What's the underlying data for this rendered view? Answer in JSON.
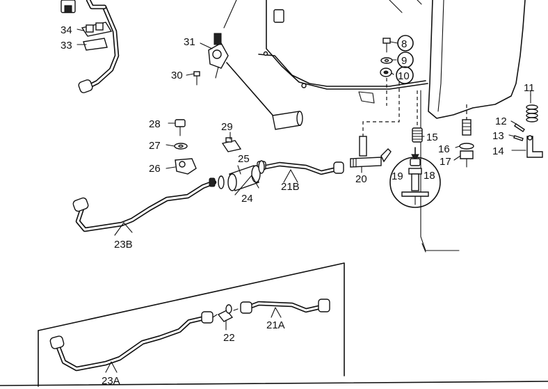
{
  "diagram": {
    "callouts": {
      "c8": "8",
      "c9": "9",
      "c10": "10",
      "c11": "11",
      "c12": "12",
      "c13": "13",
      "c14": "14",
      "c15": "15",
      "c16": "16",
      "c17": "17",
      "c18": "18",
      "c19": "19",
      "c20": "20",
      "c21A": "21A",
      "c21B": "21B",
      "c22": "22",
      "c23A": "23A",
      "c23B": "23B",
      "c24": "24",
      "c25": "25",
      "c26": "26",
      "c27": "27",
      "c28": "28",
      "c29": "29",
      "c30": "30",
      "c31": "31",
      "c33": "33",
      "c34": "34"
    }
  }
}
